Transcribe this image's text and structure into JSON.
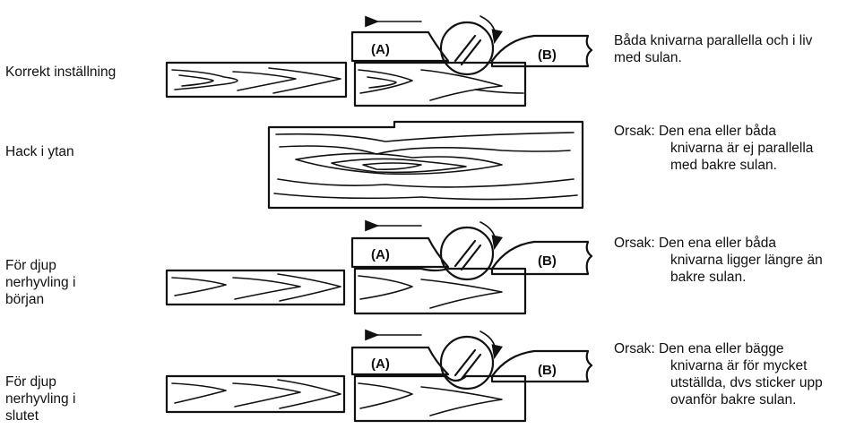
{
  "rows": [
    {
      "label": [
        "Korrekt  inställning"
      ],
      "note": [
        "Båda knivarna parallella och i liv",
        "med sulan."
      ],
      "knife_a": "(A)",
      "knife_b": "(B)"
    },
    {
      "label": [
        "Hack i ytan"
      ],
      "note": [
        "Orsak: Den ena eller båda",
        "knivarna är ej parallella",
        "med bakre sulan."
      ]
    },
    {
      "label": [
        "För djup",
        "nerhyvling i",
        "början"
      ],
      "note": [
        "Orsak: Den ena eller båda",
        "knivarna ligger längre än",
        "bakre sulan."
      ],
      "knife_a": "(A)",
      "knife_b": "(B)"
    },
    {
      "label": [
        "För djup",
        "nerhyvling i",
        "slutet"
      ],
      "note": [
        "Orsak: Den ena eller bägge",
        "knivarna är för mycket",
        "utställda, dvs sticker upp",
        "ovanför bakre sulan."
      ],
      "knife_a": "(A)",
      "knife_b": "(B)"
    }
  ]
}
